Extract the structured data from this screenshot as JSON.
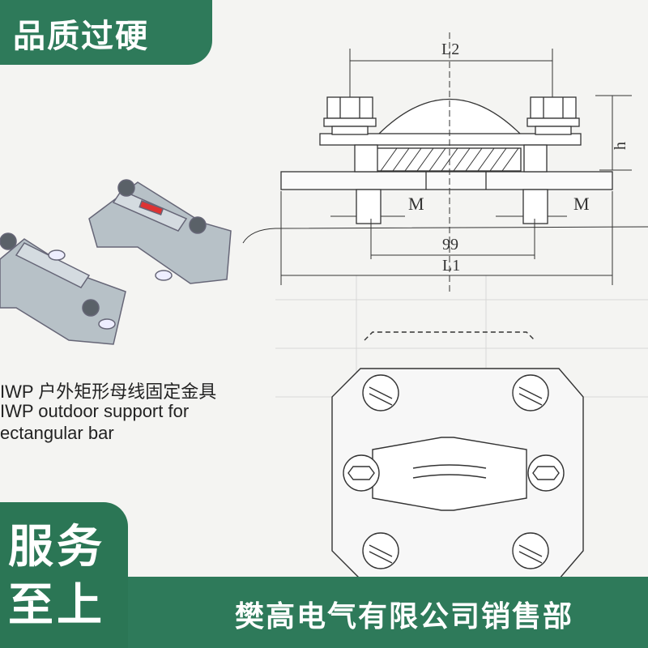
{
  "top_badge": {
    "label": "品质过硬"
  },
  "product_caption": {
    "line1": "IWP 户外矩形母线固定金具",
    "line2": "IWP outdoor support for",
    "line3": "ectangular bar"
  },
  "drawing_labels": {
    "l2": "L2",
    "h": "h",
    "m_left": "M",
    "m_right": "M",
    "dim_99": "99",
    "l1": "L1"
  },
  "bottom": {
    "service_line1": "服务",
    "service_line2": "至上",
    "company": "樊高电气有限公司销售部"
  },
  "colors": {
    "brand_green": "#2e7a5a"
  }
}
